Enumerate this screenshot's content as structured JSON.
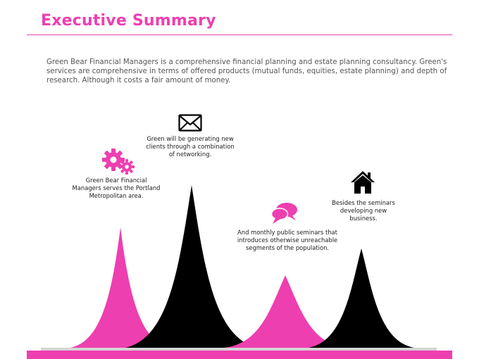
{
  "title": "Executive Summary",
  "summary": "Green Bear Financial Managers is a comprehensive financial planning and estate planning consultancy.  Green's services are comprehensive in terms of offered products (mutual funds, equities, estate planning) and depth of research.  Although it costs a fair amount of money.",
  "colors": {
    "accent": "#ee3fb0",
    "dark": "#000000",
    "text": "#555555",
    "baseline": "#d4d4d4"
  },
  "items": [
    {
      "caption": "Green Bear Financial Managers serves the Portland Metropolitan area.",
      "icon": "gears-icon",
      "peak_color": "pink"
    },
    {
      "caption": "Green will be generating new clients through a combination of networking.",
      "icon": "envelope-icon",
      "peak_color": "black"
    },
    {
      "caption": "And monthly public seminars that introduces otherwise unreachable segments of the population.",
      "icon": "speech-bubbles-icon",
      "peak_color": "pink"
    },
    {
      "caption": "Besides the seminars developing new business.",
      "icon": "house-icon",
      "peak_color": "black"
    }
  ]
}
